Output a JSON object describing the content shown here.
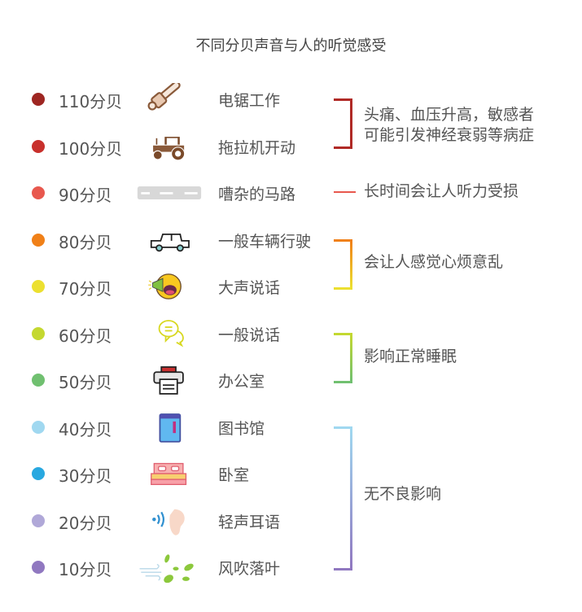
{
  "title": "不同分贝声音与人的听觉感受",
  "levels": [
    {
      "db": "110分贝",
      "name": "电锯工作",
      "icon": "chainsaw-icon",
      "color": "#9e2622"
    },
    {
      "db": "100分贝",
      "name": "拖拉机开动",
      "icon": "tractor-icon",
      "color": "#c8302c"
    },
    {
      "db": "90分贝",
      "name": "嘈杂的马路",
      "icon": "road-icon",
      "color": "#e8584e"
    },
    {
      "db": "80分贝",
      "name": "一般车辆行驶",
      "icon": "car-icon",
      "color": "#f08018"
    },
    {
      "db": "70分贝",
      "name": "大声说话",
      "icon": "shouting-face-icon",
      "color": "#ece030"
    },
    {
      "db": "60分贝",
      "name": "一般说话",
      "icon": "chat-bubbles-icon",
      "color": "#c4d830"
    },
    {
      "db": "50分贝",
      "name": "办公室",
      "icon": "printer-icon",
      "color": "#70c070"
    },
    {
      "db": "40分贝",
      "name": "图书馆",
      "icon": "book-icon",
      "color": "#a0d8f0"
    },
    {
      "db": "30分贝",
      "name": "卧室",
      "icon": "bed-icon",
      "color": "#28a8e0"
    },
    {
      "db": "20分贝",
      "name": "轻声耳语",
      "icon": "ear-icon",
      "color": "#b0a8d8"
    },
    {
      "db": "10分贝",
      "name": "风吹落叶",
      "icon": "wind-leaves-icon",
      "color": "#9078c0"
    }
  ],
  "effects": [
    {
      "lines": [
        "头痛、血压升高，敏感者",
        "可能引发神经衰弱等病症"
      ]
    },
    {
      "lines": [
        "长时间会让人听力受损"
      ]
    },
    {
      "lines": [
        "会让人感觉心烦意乱"
      ]
    },
    {
      "lines": [
        "影响正常睡眠"
      ]
    },
    {
      "lines": [
        "无不良影响"
      ]
    }
  ]
}
